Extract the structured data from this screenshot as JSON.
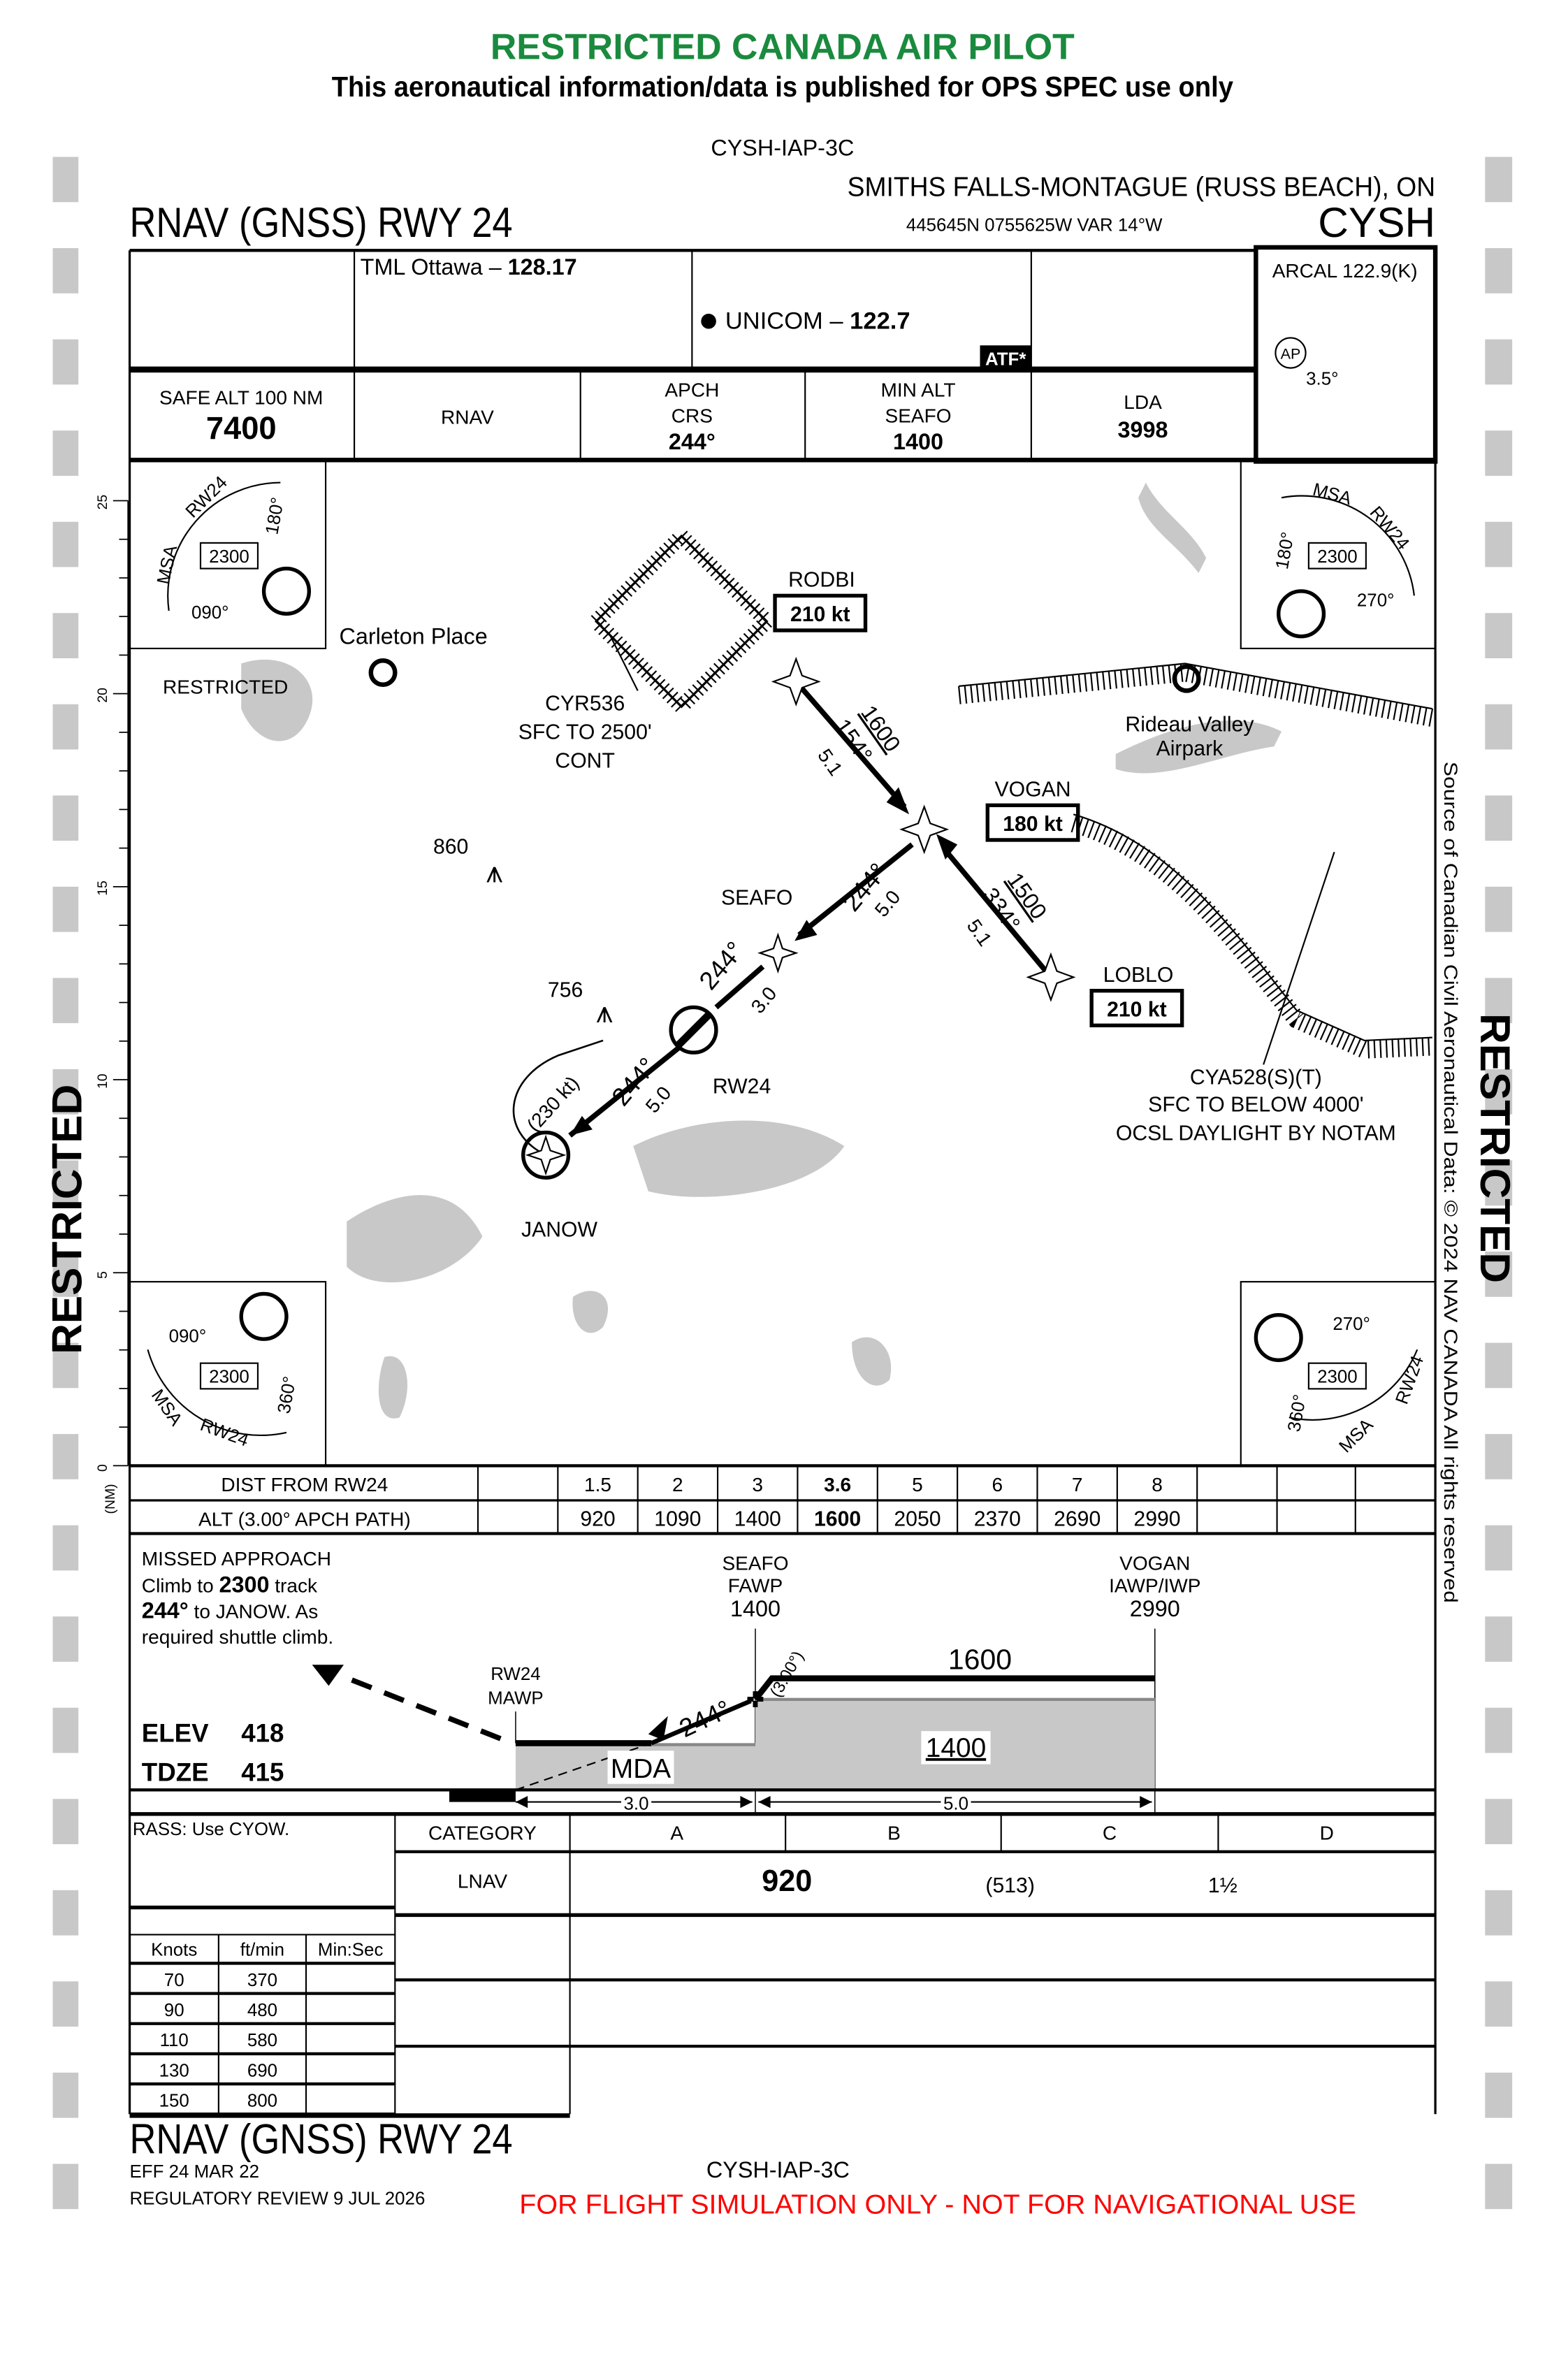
{
  "banner": {
    "title": "RESTRICTED CANADA AIR PILOT",
    "notice": "This aeronautical information/data is published for OPS SPEC use only",
    "title_color": "#1a8a3e"
  },
  "header": {
    "chart_id": "CYSH-IAP-3C",
    "procedure": "RNAV (GNSS) RWY 24",
    "location": "SMITHS FALLS-MONTAGUE (RUSS BEACH), ON",
    "coords": "445645N  0755625W  VAR 14°W",
    "ident": "CYSH"
  },
  "comms": {
    "tml": "TML Ottawa – ",
    "tml_freq": "128.17",
    "unicom": "UNICOM – ",
    "unicom_freq": "122.7",
    "atf": "ATF*",
    "arcal": "ARCAL 122.9(K)",
    "ap_symbol": "AP",
    "glide_angle": "3.5°"
  },
  "briefing": {
    "safe_alt_label": "SAFE ALT 100 NM",
    "safe_alt": "7400",
    "nav_type": "RNAV",
    "apch_label1": "APCH",
    "apch_label2": "CRS",
    "apch_crs": "244°",
    "min_alt_label1": "MIN ALT",
    "min_alt_label2": "SEAFO",
    "min_alt": "1400",
    "lda_label": "LDA",
    "lda": "3998"
  },
  "plan": {
    "scale_unit": "(NM)",
    "scale_ticks": [
      "0",
      "5",
      "10",
      "15",
      "20",
      "25"
    ],
    "restricted_area": "RESTRICTED",
    "carleton_place": "Carleton Place",
    "cyr536": [
      "CYR536",
      "SFC TO 2500'",
      "CONT"
    ],
    "rideau": [
      "Rideau Valley",
      "Airpark"
    ],
    "cya528": [
      "CYA528(S)(T)",
      "SFC TO BELOW 4000'",
      "OCSL DAYLIGHT BY NOTAM"
    ],
    "obstacle_860": "860",
    "obstacle_756": "756",
    "waypoints": {
      "rodbi": {
        "name": "RODBI",
        "speed": "210 kt"
      },
      "vogan": {
        "name": "VOGAN",
        "speed": "180 kt"
      },
      "loblo": {
        "name": "LOBLO",
        "speed": "210 kt"
      },
      "seafo": {
        "name": "SEAFO"
      },
      "rw24": {
        "name": "RW24"
      },
      "janow": {
        "name": "JANOW",
        "speed": "(230 kt)"
      }
    },
    "legs": {
      "rodbi_alt": "1600",
      "rodbi_crs": "154°",
      "rodbi_dist": "5.1",
      "loblo_alt": "1500",
      "loblo_crs": "334°",
      "loblo_dist": "5.1",
      "vogan_crs": "244°",
      "vogan_dist": "5.0",
      "seafo_crs": "244°",
      "seafo_dist": "3.0",
      "missed_crs": "244°",
      "missed_dist": "5.0"
    },
    "msa": {
      "label": "MSA",
      "rw": "RW24",
      "alt": "2300",
      "b090": "090°",
      "b180": "180°",
      "b270": "270°",
      "b360": "360°"
    }
  },
  "profile_table": {
    "row1_label": "DIST FROM RW24",
    "row2_label": "ALT (3.00° APCH PATH)",
    "dist": [
      "1.5",
      "2",
      "3",
      "3.6",
      "5",
      "6",
      "7",
      "8"
    ],
    "alt": [
      "920",
      "1090",
      "1400",
      "1600",
      "2050",
      "2370",
      "2690",
      "2990"
    ]
  },
  "profile": {
    "missed": [
      "MISSED APPROACH",
      "Climb to ",
      "2300",
      " track",
      "244°",
      " to JANOW. As",
      "required shuttle climb."
    ],
    "seafo": [
      "SEAFO",
      "FAWP",
      "1400"
    ],
    "vogan": [
      "VOGAN",
      "IAWP/IWP",
      "2990"
    ],
    "mawp": [
      "RW24",
      "MAWP"
    ],
    "elev_label": "ELEV",
    "elev": "418",
    "tdze_label": "TDZE",
    "tdze": "415",
    "alt_1600": "1600",
    "alt_1400": "1400",
    "mda": "MDA",
    "glide": "(3.00°)",
    "crs": "244°",
    "dist1": "3.0",
    "dist2": "5.0"
  },
  "minimums": {
    "rass": "RASS: Use CYOW.",
    "category_label": "CATEGORY",
    "categories": [
      "A",
      "B",
      "C",
      "D"
    ],
    "lnav_label": "LNAV",
    "lnav_mda": "920",
    "lnav_hat": "(513)",
    "lnav_vis": "1½"
  },
  "rate_table": {
    "headers": [
      "Knots",
      "ft/min",
      "Min:Sec"
    ],
    "rows": [
      [
        "70",
        "370"
      ],
      [
        "90",
        "480"
      ],
      [
        "110",
        "580"
      ],
      [
        "130",
        "690"
      ],
      [
        "150",
        "800"
      ]
    ]
  },
  "footer": {
    "procedure": "RNAV (GNSS) RWY 24",
    "effective": "EFF 24 MAR 22",
    "review": "REGULATORY REVIEW 9 JUL 2026",
    "chart_id": "CYSH-IAP-3C",
    "sim_warning": "FOR FLIGHT SIMULATION ONLY - NOT FOR NAVIGATIONAL USE",
    "warning_color": "#ff0000"
  },
  "side": {
    "left": "RESTRICTED",
    "right": "RESTRICTED",
    "source": "Source of Canadian Civil Aeronautical Data: © 2024 NAV CANADA All rights reserved"
  }
}
